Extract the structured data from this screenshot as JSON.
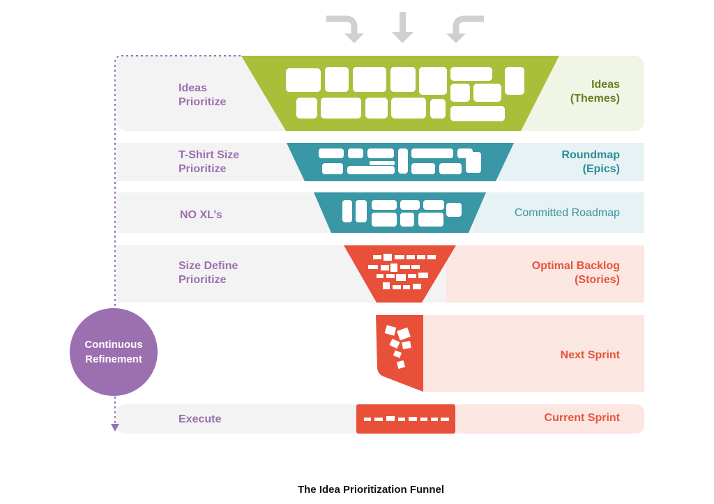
{
  "title": "The Idea Prioritization Funnel",
  "colors": {
    "green": "#a9bf3a",
    "teal": "#3a97a6",
    "red": "#e8503a",
    "purple": "#9b6fb0",
    "row_gray": "#f3f3f3",
    "ideas_bg": "#f1f5e6",
    "epics_bg": "#e6f2f4",
    "stories_bg": "#fbe6e1"
  },
  "cycle": {
    "label": "Continuous\nRefinement"
  },
  "rows": [
    {
      "stage": "Ideas\nPrioritize",
      "output": "Ideas\n(Themes)"
    },
    {
      "stage": "T-Shirt Size\nPrioritize",
      "output": "Roundmap\n(Epics)"
    },
    {
      "stage": "NO XL’s",
      "output": "Committed Roadmap"
    },
    {
      "stage": "Size Define\nPrioritize",
      "output": "Optimal Backlog\n(Stories)"
    },
    {
      "stage": "",
      "output": "Next Sprint"
    },
    {
      "stage": "Execute",
      "output": "Current Sprint"
    }
  ],
  "icons": [
    "arrow-down-curved-right-icon",
    "arrow-down-icon",
    "arrow-down-curved-left-icon"
  ]
}
